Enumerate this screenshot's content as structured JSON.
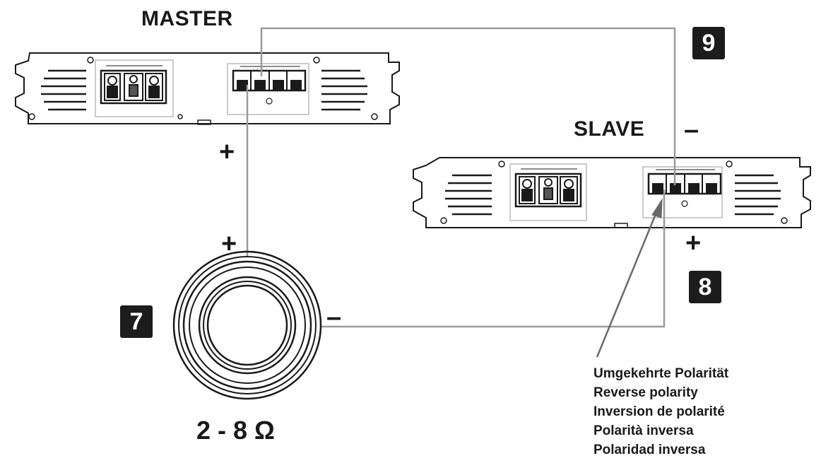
{
  "master": {
    "title": "MASTER"
  },
  "slave": {
    "title": "SLAVE"
  },
  "badges": {
    "speaker": "7",
    "slave_terminal": "8",
    "master_terminal": "9"
  },
  "signs": {
    "master_plus": "+",
    "speaker_plus": "+",
    "speaker_minus": "–",
    "slave_minus": "–",
    "slave_plus": "+"
  },
  "speaker": {
    "impedance": "2 - 8 Ω"
  },
  "note": {
    "lines": [
      "Umgekehrte Polarität",
      "Reverse polarity",
      "Inversion de polarité",
      "Polarità inversa",
      "Polaridad inversa"
    ]
  },
  "colors": {
    "ink": "#1a1a1a",
    "wire": "#9a9a9a",
    "badge_bg": "#1c1c1c"
  }
}
